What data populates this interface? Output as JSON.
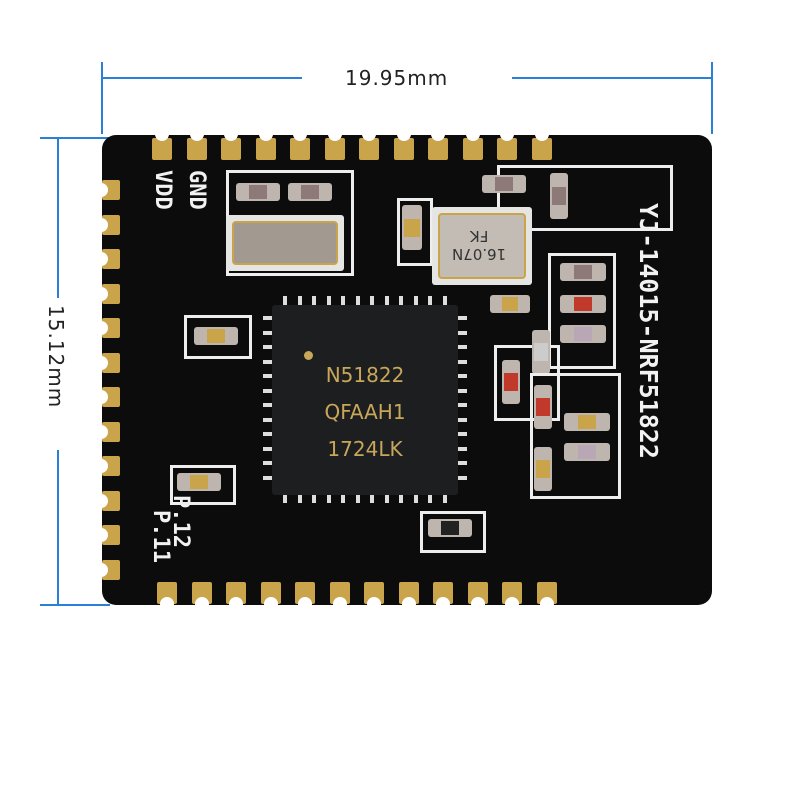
{
  "dimensions": {
    "width_label": "19.95mm",
    "height_label": "15.12mm",
    "line_color": "#2a7fd6"
  },
  "board": {
    "silkscreen": {
      "gnd": "GND",
      "vdd": "VDD",
      "p12": "P.12",
      "p11": "P.11",
      "model": "YJ-14015-NRF51822"
    },
    "chip": {
      "line1": "N51822",
      "line2": "QFAAH1",
      "line3": "1724LK",
      "marking_color": "#c8a65a"
    },
    "crystal": {
      "line1": "16.07N",
      "line2": "FK"
    },
    "colors": {
      "pcb": "#0c0c0d",
      "pad_gold": "#c9a44a"
    }
  }
}
